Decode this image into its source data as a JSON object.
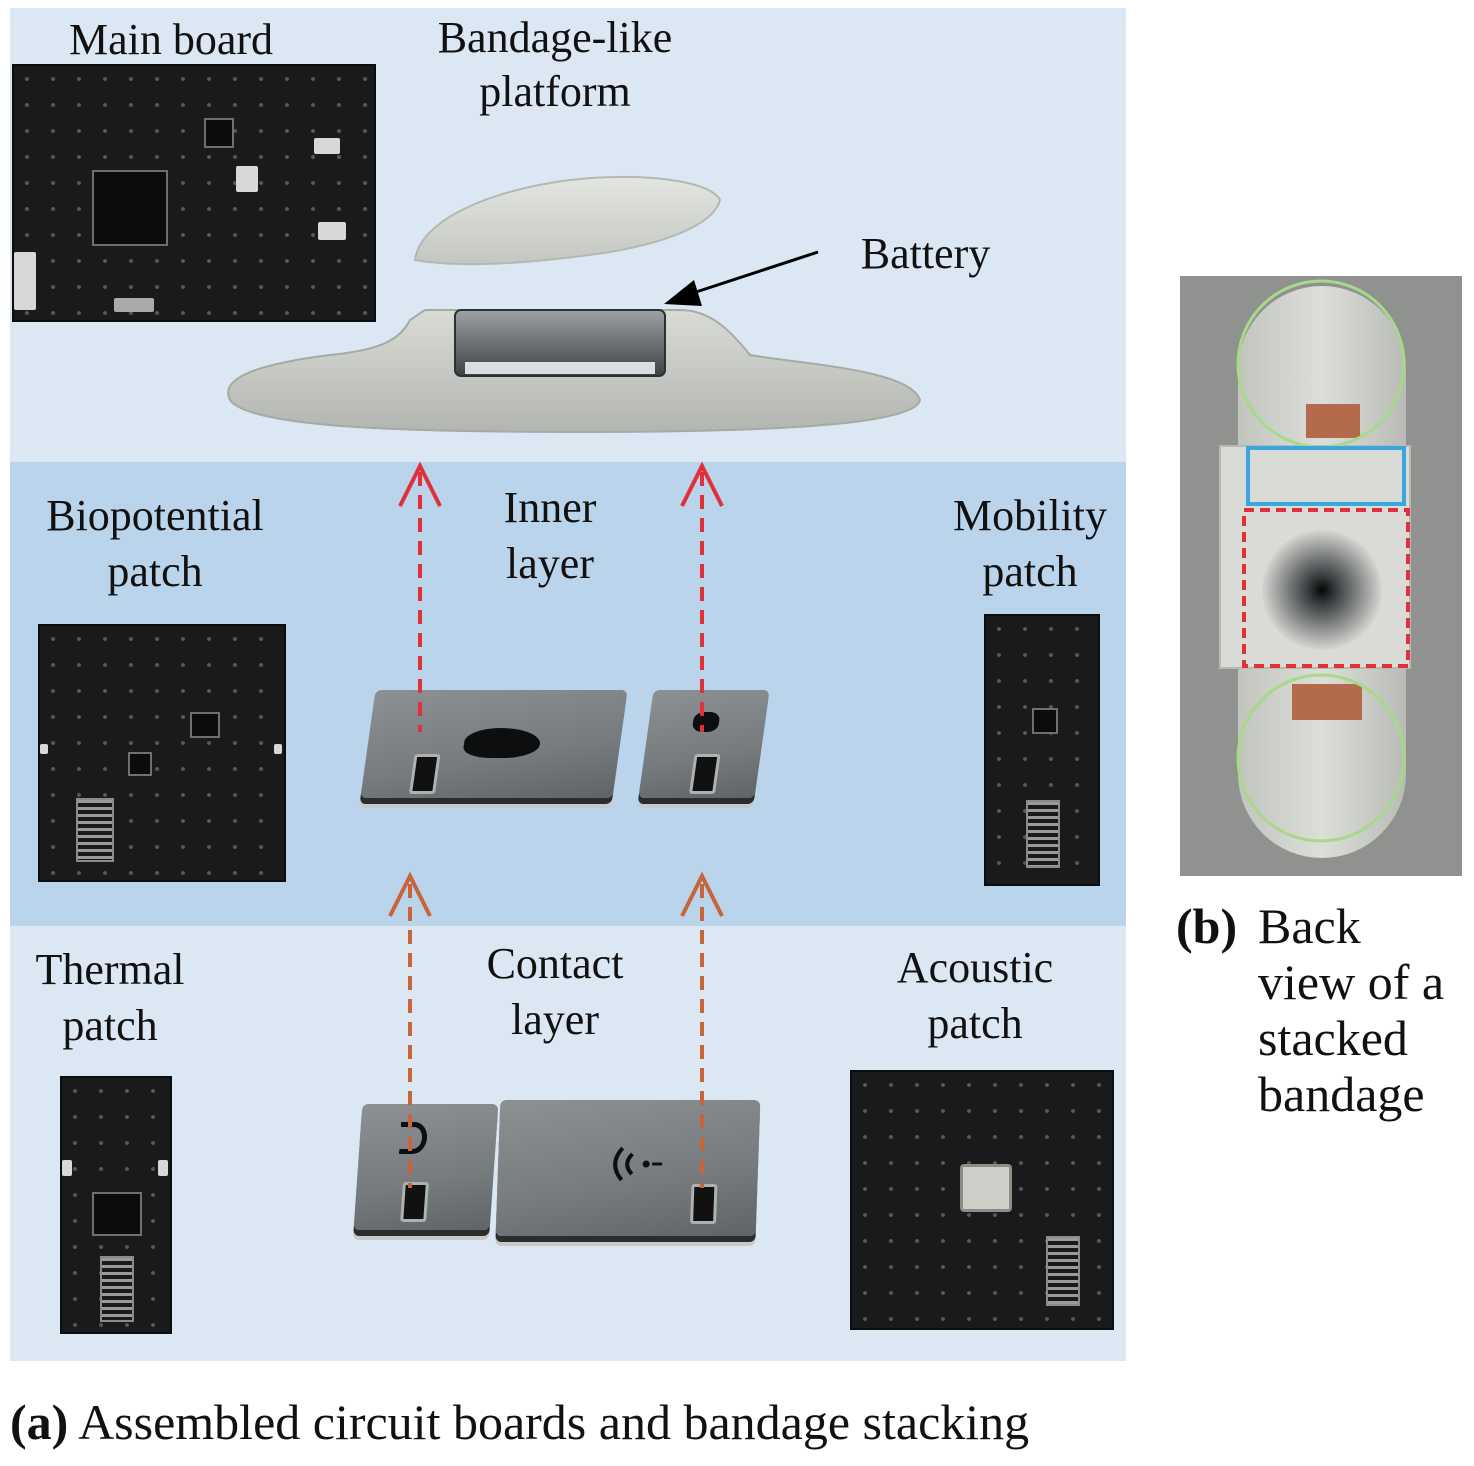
{
  "panel_a": {
    "labels": {
      "main_board": "Main board",
      "bandage_platform_line1": "Bandage-like",
      "bandage_platform_line2": "platform",
      "battery": "Battery",
      "biopotential_line1": "Biopotential",
      "biopotential_line2": "patch",
      "inner_layer_line1": "Inner",
      "inner_layer_line2": "layer",
      "mobility_line1": "Mobility",
      "mobility_line2": "patch",
      "thermal_line1": "Thermal",
      "thermal_line2": "patch",
      "contact_layer_line1": "Contact",
      "contact_layer_line2": "layer",
      "acoustic_line1": "Acoustic",
      "acoustic_line2": "patch"
    },
    "caption_tag": "(a)",
    "caption_text": "Assembled circuit boards and bandage stacking",
    "colors": {
      "top_band": "#dbe8f4",
      "middle_band": "#bad4ec",
      "bottom_band": "#dbe8f4",
      "inner_arrow": "#e0303a",
      "contact_arrow": "#c8643a"
    }
  },
  "panel_b": {
    "caption_tag": "(b)",
    "caption_lines": [
      "Back",
      "view of a",
      "stacked",
      "bandage"
    ],
    "colors": {
      "circle_outline": "#a6d98a",
      "blue_box": "#3aa6e0",
      "red_dashed_box": "#e0303a"
    }
  }
}
